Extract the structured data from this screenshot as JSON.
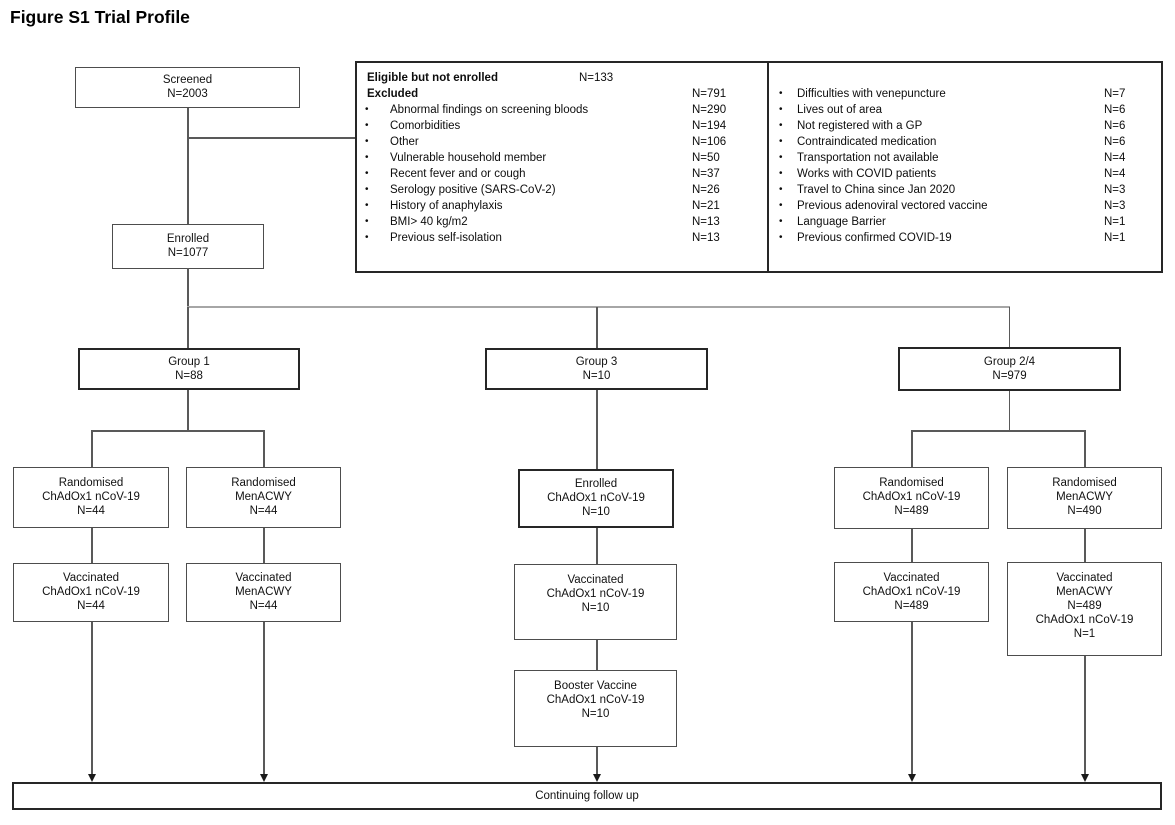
{
  "title": "Figure S1 Trial Profile",
  "boxes": {
    "screened": {
      "lines": [
        "Screened",
        "N=2003"
      ]
    },
    "enrolled": {
      "lines": [
        "Enrolled",
        "N=1077"
      ]
    },
    "group1": {
      "lines": [
        "Group 1",
        "N=88"
      ]
    },
    "group3": {
      "lines": [
        "Group 3",
        "N=10"
      ]
    },
    "group24": {
      "lines": [
        "Group 2/4",
        "N=979"
      ]
    },
    "g1_rand_chadox": {
      "lines": [
        "Randomised",
        "ChAdOx1 nCoV-19",
        "N=44"
      ]
    },
    "g1_rand_men": {
      "lines": [
        "Randomised",
        "MenACWY",
        "N=44"
      ]
    },
    "g1_vacc_chadox": {
      "lines": [
        "Vaccinated",
        "ChAdOx1 nCoV-19",
        "N=44"
      ]
    },
    "g1_vacc_men": {
      "lines": [
        "Vaccinated",
        "MenACWY",
        "N=44"
      ]
    },
    "g3_enrolled": {
      "lines": [
        "Enrolled",
        "ChAdOx1 nCoV-19",
        "N=10"
      ]
    },
    "g3_vacc": {
      "lines": [
        "Vaccinated",
        "ChAdOx1 nCoV-19",
        "N=10"
      ]
    },
    "g3_booster": {
      "lines": [
        "Booster Vaccine",
        "ChAdOx1 nCoV-19",
        "N=10"
      ]
    },
    "g24_rand_chadox": {
      "lines": [
        "Randomised",
        "ChAdOx1 nCoV-19",
        "N=489"
      ]
    },
    "g24_rand_men": {
      "lines": [
        "Randomised",
        "MenACWY",
        "N=490"
      ]
    },
    "g24_vacc_chadox": {
      "lines": [
        "Vaccinated",
        "ChAdOx1 nCoV-19",
        "N=489"
      ]
    },
    "g24_vacc_men": {
      "lines": [
        "Vaccinated",
        "MenACWY",
        "N=489",
        "ChAdOx1 nCoV-19",
        "N=1"
      ]
    }
  },
  "exclusions": {
    "eligible_header": {
      "label": "Eligible  but not enrolled",
      "n": "N=133"
    },
    "excluded_header": {
      "label": "Excluded",
      "n": "N=791"
    },
    "left_items": [
      {
        "label": "Abnormal findings on screening bloods",
        "n": "N=290"
      },
      {
        "label": "Comorbidities",
        "n": "N=194"
      },
      {
        "label": "Other",
        "n": "N=106"
      },
      {
        "label": "Vulnerable household member",
        "n": "N=50"
      },
      {
        "label": "Recent fever and or cough",
        "n": "N=37"
      },
      {
        "label": "Serology positive (SARS-CoV-2)",
        "n": "N=26"
      },
      {
        "label": "History of anaphylaxis",
        "n": "N=21"
      },
      {
        "label": "BMI> 40 kg/m2",
        "n": "N=13"
      },
      {
        "label": "Previous self-isolation",
        "n": "N=13"
      }
    ],
    "right_items": [
      {
        "label": "Difficulties with venepuncture",
        "n": "N=7"
      },
      {
        "label": "Lives out of area",
        "n": "N=6"
      },
      {
        "label": "Not registered with a GP",
        "n": "N=6"
      },
      {
        "label": "Contraindicated medication",
        "n": "N=6"
      },
      {
        "label": "Transportation not available",
        "n": "N=4"
      },
      {
        "label": "Works with COVID patients",
        "n": "N=4"
      },
      {
        "label": "Travel to China since Jan 2020",
        "n": "N=3"
      },
      {
        "label": "Previous adenoviral vectored vaccine",
        "n": "N=3"
      },
      {
        "label": "Language Barrier",
        "n": "N=1"
      },
      {
        "label": "Previous confirmed COVID-19",
        "n": "N=1"
      }
    ]
  },
  "footer": {
    "label": "Continuing follow up"
  },
  "colors": {
    "connector": "#595959",
    "connector_light": "#a6a6a6",
    "border": "#262626"
  }
}
